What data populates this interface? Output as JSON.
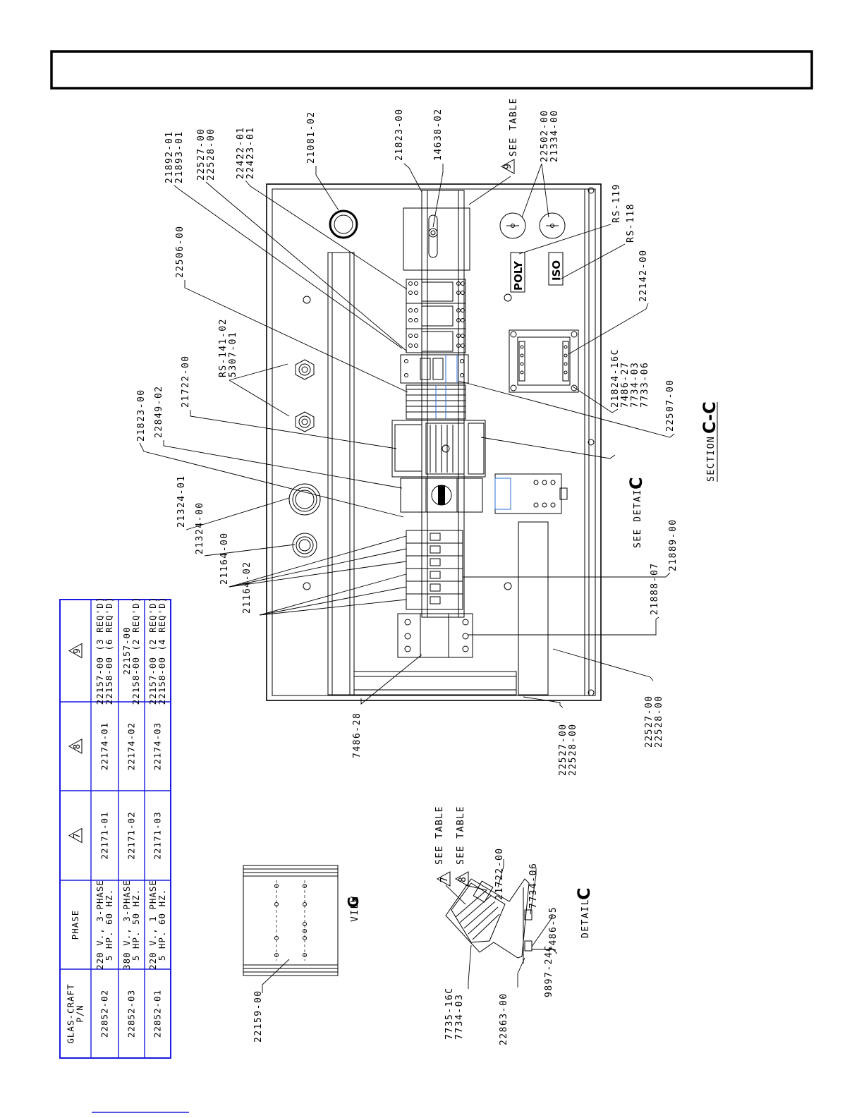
{
  "header": {
    "title": ""
  },
  "section": {
    "word": "SECTION",
    "letter": "C-C"
  },
  "detail_c": {
    "word": "DETAIL",
    "letter": "C"
  },
  "see_detail": {
    "word": "SEE DETAIL",
    "letter": "C"
  },
  "view_g": {
    "word": "VIEW",
    "letter": "G"
  },
  "labels": {
    "poly": "POLY",
    "iso": "ISO",
    "see_table_9": "SEE TABLE",
    "see_table_7": "SEE TABLE",
    "see_table_8": "SEE TABLE"
  },
  "callouts": [
    {
      "id": "c21892",
      "lines": [
        "21892-01",
        "21893-01"
      ]
    },
    {
      "id": "c22527a",
      "lines": [
        "22527-00",
        "22528-00"
      ]
    },
    {
      "id": "c22422",
      "lines": [
        "22422-01",
        "22423-01"
      ]
    },
    {
      "id": "c21081",
      "lines": [
        "21081-02"
      ]
    },
    {
      "id": "c21823a",
      "lines": [
        "21823-00"
      ]
    },
    {
      "id": "c14638",
      "lines": [
        "14638-02"
      ]
    },
    {
      "id": "c22502",
      "lines": [
        "22502-00",
        "21334-00"
      ]
    },
    {
      "id": "cRS119",
      "lines": [
        "RS-119"
      ]
    },
    {
      "id": "cRS118",
      "lines": [
        "RS-118"
      ]
    },
    {
      "id": "c22142",
      "lines": [
        "22142-00"
      ]
    },
    {
      "id": "c21824",
      "lines": [
        "21824-16C",
        "7486-27",
        "7734-03",
        "7733-06"
      ]
    },
    {
      "id": "c22507",
      "lines": [
        "22507-00"
      ]
    },
    {
      "id": "c22506",
      "lines": [
        "22506-00"
      ]
    },
    {
      "id": "cRS141",
      "lines": [
        "RS-141-02",
        "5307-01"
      ]
    },
    {
      "id": "c21722a",
      "lines": [
        "21722-00"
      ]
    },
    {
      "id": "c22849",
      "lines": [
        "22849-02"
      ]
    },
    {
      "id": "c21823b",
      "lines": [
        "21823-00"
      ]
    },
    {
      "id": "c21324a",
      "lines": [
        "21324-01"
      ]
    },
    {
      "id": "c21324b",
      "lines": [
        "21324-00"
      ]
    },
    {
      "id": "c21164a",
      "lines": [
        "21164-00"
      ]
    },
    {
      "id": "c21164b",
      "lines": [
        "21164-02"
      ]
    },
    {
      "id": "c21889",
      "lines": [
        "21889-00"
      ]
    },
    {
      "id": "c21888",
      "lines": [
        "21888-07"
      ]
    },
    {
      "id": "c7486_28",
      "lines": [
        "7486-28"
      ]
    },
    {
      "id": "c22527b",
      "lines": [
        "22527-00",
        "22528-00"
      ]
    },
    {
      "id": "c22527c",
      "lines": [
        "22527-00",
        "22528-00"
      ]
    },
    {
      "id": "c22159",
      "lines": [
        "22159-00"
      ]
    },
    {
      "id": "c7735",
      "lines": [
        "7735-16C",
        "7734-03"
      ]
    },
    {
      "id": "c22863",
      "lines": [
        "22863-00"
      ]
    },
    {
      "id": "c9897",
      "lines": [
        "9897-24C"
      ]
    },
    {
      "id": "c7486_05",
      "lines": [
        "7486-05"
      ]
    },
    {
      "id": "c7734_06",
      "lines": [
        "7734-06"
      ]
    },
    {
      "id": "c21722b",
      "lines": [
        "21722-00"
      ]
    }
  ],
  "table": {
    "headers": [
      [
        "GLAS-CRAFT",
        "P/N"
      ],
      [
        "PHASE"
      ],
      [
        "7"
      ],
      [
        "8"
      ],
      [
        "9"
      ]
    ],
    "rows": [
      [
        [
          "22852-02"
        ],
        [
          "220 V., 3-PHASE",
          "5 HP. 60 HZ."
        ],
        [
          "22171-01"
        ],
        [
          "22174-01"
        ],
        [
          "22157-00 (3 REQ'D)",
          "22158-00 (6 REQ'D)"
        ]
      ],
      [
        [
          "22852-03"
        ],
        [
          "380 V., 3-PHASE",
          "5 HP. 50 HZ."
        ],
        [
          "22171-02"
        ],
        [
          "22174-02"
        ],
        [
          "22157-00",
          "22158-00 (2 REQ'D)"
        ]
      ],
      [
        [
          "22852-01"
        ],
        [
          "220 V., 1 PHASE",
          "5 HP. 60 HZ."
        ],
        [
          "22171-03"
        ],
        [
          "22174-03"
        ],
        [
          "22157-00 (2 REQ'D)",
          "22158-00 (4 REQ'D)"
        ]
      ]
    ]
  },
  "colors": {
    "table_border": "#1a1adf",
    "ink": "#000000",
    "terminal_blue": "#2a6fd8"
  }
}
